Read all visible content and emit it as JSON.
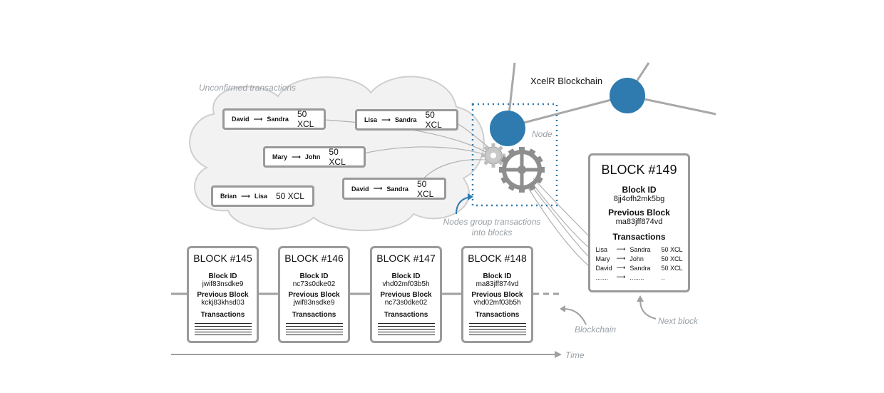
{
  "labels": {
    "unconfirmed": "Unconfirmed transactions",
    "node": "Node",
    "nodes_group_1": "Nodes group transactions",
    "nodes_group_2": "into blocks",
    "blockchain": "Blockchain",
    "next_block": "Next block",
    "time": "Time",
    "network": "XcelR Blockchain"
  },
  "transactions": [
    {
      "from": "David",
      "to": "Sandra",
      "amount": "50 XCL"
    },
    {
      "from": "Lisa",
      "to": "Sandra",
      "amount": "50 XCL"
    },
    {
      "from": "Mary",
      "to": "John",
      "amount": "50 XCL"
    },
    {
      "from": "David",
      "to": "Sandra",
      "amount": "50 XCL"
    },
    {
      "from": "Brian",
      "to": "Lisa",
      "amount": "50 XCL"
    }
  ],
  "chain": [
    {
      "title": "BLOCK #145",
      "id_label": "Block ID",
      "id": "jwif83nsdke9",
      "prev_label": "Previous Block",
      "prev": "kckj83khsd03",
      "tx_label": "Transactions"
    },
    {
      "title": "BLOCK #146",
      "id_label": "Block ID",
      "id": "nc73s0dke02",
      "prev_label": "Previous Block",
      "prev": "jwif83nsdke9",
      "tx_label": "Transactions"
    },
    {
      "title": "BLOCK #147",
      "id_label": "Block ID",
      "id": "vhd02mf03b5h",
      "prev_label": "Previous Block",
      "prev": "nc73s0dke02",
      "tx_label": "Transactions"
    },
    {
      "title": "BLOCK #148",
      "id_label": "Block ID",
      "id": "ma83jff874vd",
      "prev_label": "Previous Block",
      "prev": "vhd02mf03b5h",
      "tx_label": "Transactions"
    }
  ],
  "next": {
    "title": "BLOCK #149",
    "id_label": "Block ID",
    "id": "8jj4ofh2mk5bg",
    "prev_label": "Previous Block",
    "prev": "ma83jff874vd",
    "tx_label": "Transactions",
    "rows": [
      {
        "from": "Lisa",
        "to": "Sandra",
        "amount": "50 XCL"
      },
      {
        "from": "Mary",
        "to": "John",
        "amount": "50 XCL"
      },
      {
        "from": "David",
        "to": "Sandra",
        "amount": "50 XCL"
      },
      {
        "from": ".......",
        "to": "........",
        "amount": ".."
      }
    ]
  },
  "colors": {
    "node": "#2f7bb0",
    "border": "#9a9a9a",
    "muted": "#9aa0a6"
  }
}
